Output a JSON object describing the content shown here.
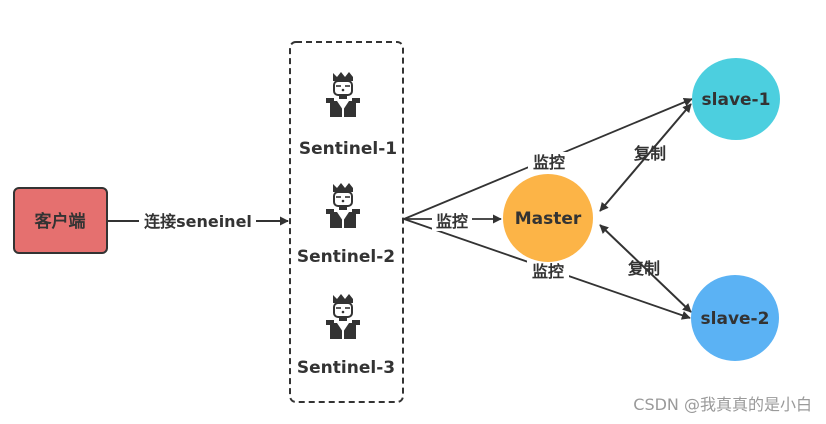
{
  "nodes": {
    "client": {
      "label": "客户端",
      "color": "#E5706F"
    },
    "sentinel_1": {
      "label": "Sentinel-1"
    },
    "sentinel_2": {
      "label": "Sentinel-2"
    },
    "sentinel_3": {
      "label": "Sentinel-3"
    },
    "master": {
      "label": "Master",
      "color": "#FCB447"
    },
    "slave_1": {
      "label": "slave-1",
      "color": "#4CCFDF"
    },
    "slave_2": {
      "label": "slave-2",
      "color": "#5BB2F4"
    }
  },
  "edges": {
    "client_to_sentinels": "连接seneinel",
    "monitor_master": "监控",
    "monitor_slave_1": "监控",
    "monitor_slave_2": "监控",
    "replicate_1": "复制",
    "replicate_2": "复制"
  },
  "icons": {
    "sentinel": "sentinel-guard-icon"
  },
  "watermark": "CSDN @我真真的是小白"
}
